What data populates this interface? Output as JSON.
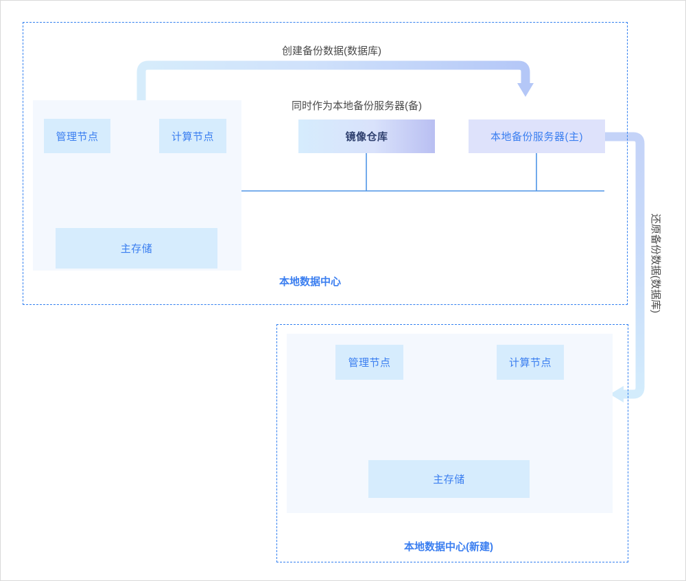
{
  "diagram": {
    "title_annotations": [
      {
        "id": "create-backup",
        "text": "创建备份数据(数据库)"
      },
      {
        "id": "also-standby",
        "text": "同时作为本地备份服务器(备)"
      },
      {
        "id": "restore-backup",
        "text": "还原备份数据(数据库)"
      }
    ],
    "zones": [
      {
        "id": "local-dc",
        "label": "本地数据中心",
        "nodes": [
          {
            "id": "mgmt-node-top",
            "label": "管理节点",
            "style": "light"
          },
          {
            "id": "compute-node-top",
            "label": "计算节点",
            "style": "light"
          },
          {
            "id": "primary-storage-top",
            "label": "主存储",
            "style": "light"
          }
        ]
      },
      {
        "id": "local-dc-new",
        "label": "本地数据中心(新建)",
        "nodes": [
          {
            "id": "mgmt-node-bottom",
            "label": "管理节点",
            "style": "light"
          },
          {
            "id": "compute-node-bottom",
            "label": "计算节点",
            "style": "light"
          },
          {
            "id": "primary-storage-bottom",
            "label": "主存储",
            "style": "light"
          }
        ]
      }
    ],
    "external_nodes": [
      {
        "id": "image-repo",
        "label": "镜像仓库",
        "style": "gradient"
      },
      {
        "id": "backup-server-primary",
        "label": "本地备份服务器(主)",
        "style": "lavender"
      }
    ],
    "colors": {
      "accent_blue": "#3a7ef0",
      "dashed_border": "#2f7ef0",
      "panel_bg": "#f4f8fe",
      "node_light": "#d6ecfd",
      "node_lavender": "#dee2fb",
      "connector_line": "#4d94e6",
      "arrow_light": "#cfe8fb",
      "arrow_dark": "#b4c7f7",
      "annotation_text": "#4a4a4a",
      "page_border": "#d9d9d9"
    }
  }
}
